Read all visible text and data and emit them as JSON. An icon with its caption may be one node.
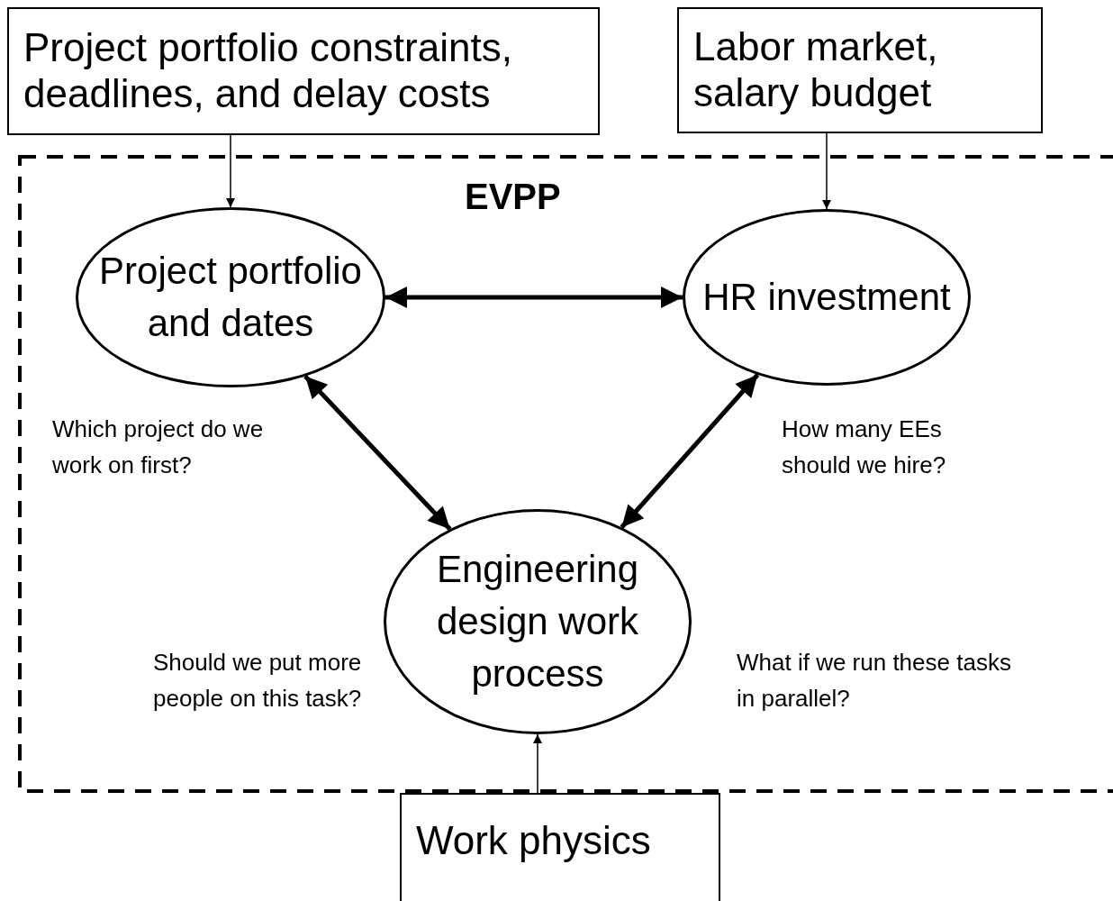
{
  "diagram": {
    "nodes": [
      {
        "text": [
          "Project portfolio constraints, deadlines, and delay costs"
        ]
      },
      {
        "text": [
          "Labor market, salary budget"
        ]
      },
      {
        "text": [
          "EVPP"
        ]
      },
      {
        "text": [
          "Project portfolio and dates"
        ],
        "in": 2
      },
      {
        "text": [
          "HR investment"
        ],
        "in": 2
      },
      {
        "text": [
          "Engineering design work process"
        ],
        "in": 2
      },
      {
        "text": [
          "Work physics"
        ]
      }
    ],
    "edges": [
      {
        "from": 0,
        "to": 3,
        "arrow": "to"
      },
      {
        "from": 1,
        "to": 4,
        "arrow": "to"
      },
      {
        "from": 3,
        "to": 4,
        "arrow": "both",
        "style": "thick"
      },
      {
        "from": 3,
        "to": 5,
        "arrow": "both",
        "style": "thick"
      },
      {
        "from": 4,
        "to": 5,
        "arrow": "both",
        "style": "thick"
      },
      {
        "from": 6,
        "to": 5,
        "arrow": "to"
      }
    ],
    "labels": [
      "Which project do we work on first?",
      "How many EEs should we hire?",
      "Should we put more people on this task?",
      "What if we run these tasks in parallel?"
    ]
  }
}
